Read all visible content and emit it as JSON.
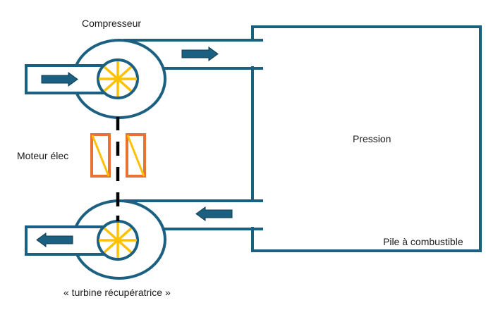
{
  "title": "Fuel cell air supply system with electric compressor and recovery turbine",
  "colors": {
    "pipe": "#1B6080",
    "arrow_fill": "#1B6080",
    "arrow_stroke": "#0F3A50",
    "impeller": "#FFC000",
    "motor_frame": "#E97132",
    "motor_winding": "#FFC000",
    "shaft": "#000000",
    "text": "#1a1a1a"
  },
  "labels": {
    "compressor": "Compresseur",
    "motor": "Moteur élec",
    "pressure": "Pression",
    "fuel_cell": "Pile à combustible",
    "turbine": "« turbine récupératrice »"
  },
  "flows": [
    {
      "id": "air-inlet",
      "direction": "right"
    },
    {
      "id": "compressed-air-to-stack",
      "direction": "right"
    },
    {
      "id": "exhaust-from-stack",
      "direction": "left"
    },
    {
      "id": "turbine-exhaust",
      "direction": "left"
    }
  ]
}
